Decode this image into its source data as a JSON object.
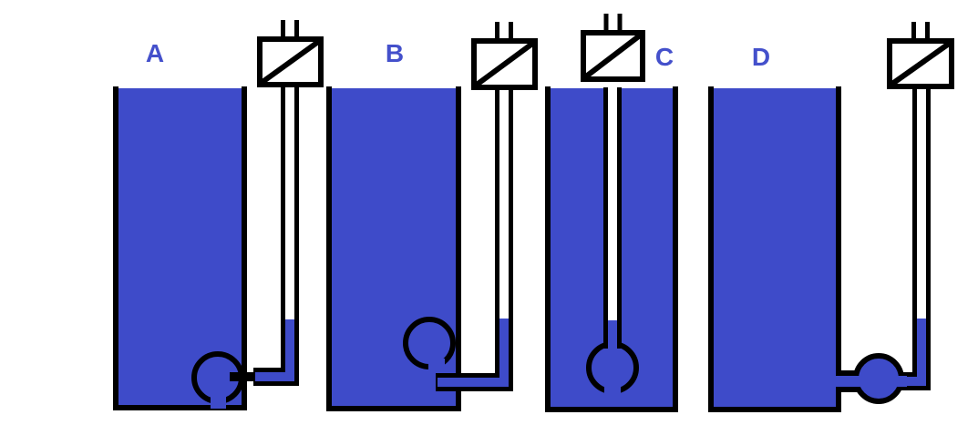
{
  "figures": [
    {
      "label": "A"
    },
    {
      "label": "B"
    },
    {
      "label": "C"
    },
    {
      "label": "D"
    }
  ],
  "colors": {
    "liquid": "#3E4BC9",
    "label_text": "#4450CB",
    "line": "#000000",
    "background": "#FFFFFF"
  }
}
